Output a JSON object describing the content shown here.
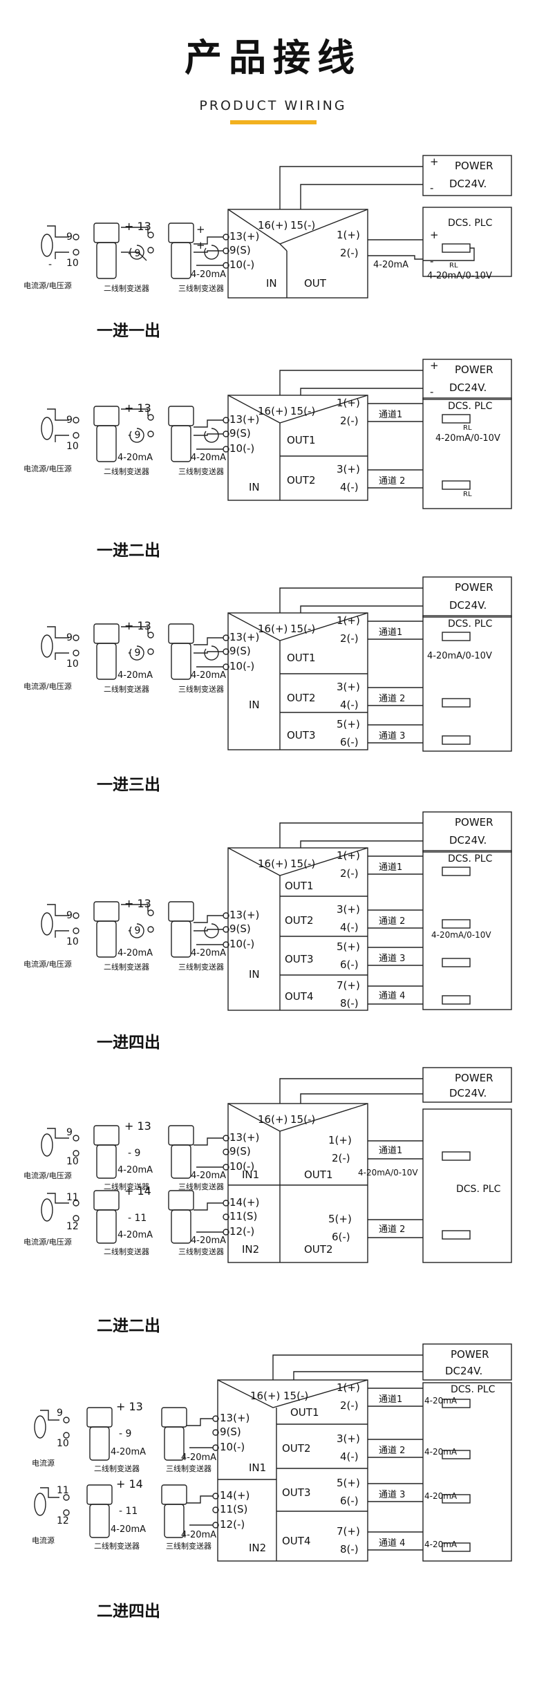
{
  "header": {
    "title": "产品接线",
    "subtitle": "PRODUCT WIRING",
    "accent_color": "#f2b11f"
  },
  "labels": {
    "power": "POWER",
    "dc24v": "DC24V.",
    "dcs_plc": "DCS. PLC",
    "rl": "RL",
    "plus": "+",
    "minus": "-",
    "sig_4_20": "4-20mA",
    "sig_4_20_10v": "4-20mA/0-10V",
    "two_wire": "二线制变送器",
    "three_wire": "三线制变送器",
    "src_iv": "电流源/电压源",
    "src_i": "电流源",
    "p16": "16(+)",
    "p15": "15(-)",
    "p13": "13(+)",
    "p9": "9(S)",
    "p10": "10(-)",
    "p14": "14(+)",
    "p11": "11(S)",
    "p12": "12(-)",
    "o1p": "1(+)",
    "o1m": "2(-)",
    "o2p": "3(+)",
    "o2m": "4(-)",
    "o3p": "5(+)",
    "o3m": "6(-)",
    "o4p": "7(+)",
    "o4m": "8(-)",
    "in": "IN",
    "in1": "IN1",
    "in2": "IN2",
    "out": "OUT",
    "out1": "OUT1",
    "out2": "OUT2",
    "out3": "OUT3",
    "out4": "OUT4",
    "ch1": "通道1",
    "ch2": "通道 2",
    "ch3": "通道 3",
    "ch4": "通道 4",
    "n13": "+ 13",
    "n9": "- 9",
    "n14": "+ 14",
    "n11": "- 11",
    "n9b": "9",
    "n10": "10",
    "n11b": "11",
    "n12": "12"
  },
  "sections": [
    {
      "caption": "一进一出",
      "inputs": 1,
      "outputs": 1
    },
    {
      "caption": "一进二出",
      "inputs": 1,
      "outputs": 2
    },
    {
      "caption": "一进三出",
      "inputs": 1,
      "outputs": 3
    },
    {
      "caption": "一进四出",
      "inputs": 1,
      "outputs": 4
    },
    {
      "caption": "二进二出",
      "inputs": 2,
      "outputs": 2
    },
    {
      "caption": "二进四出",
      "inputs": 2,
      "outputs": 4
    }
  ]
}
